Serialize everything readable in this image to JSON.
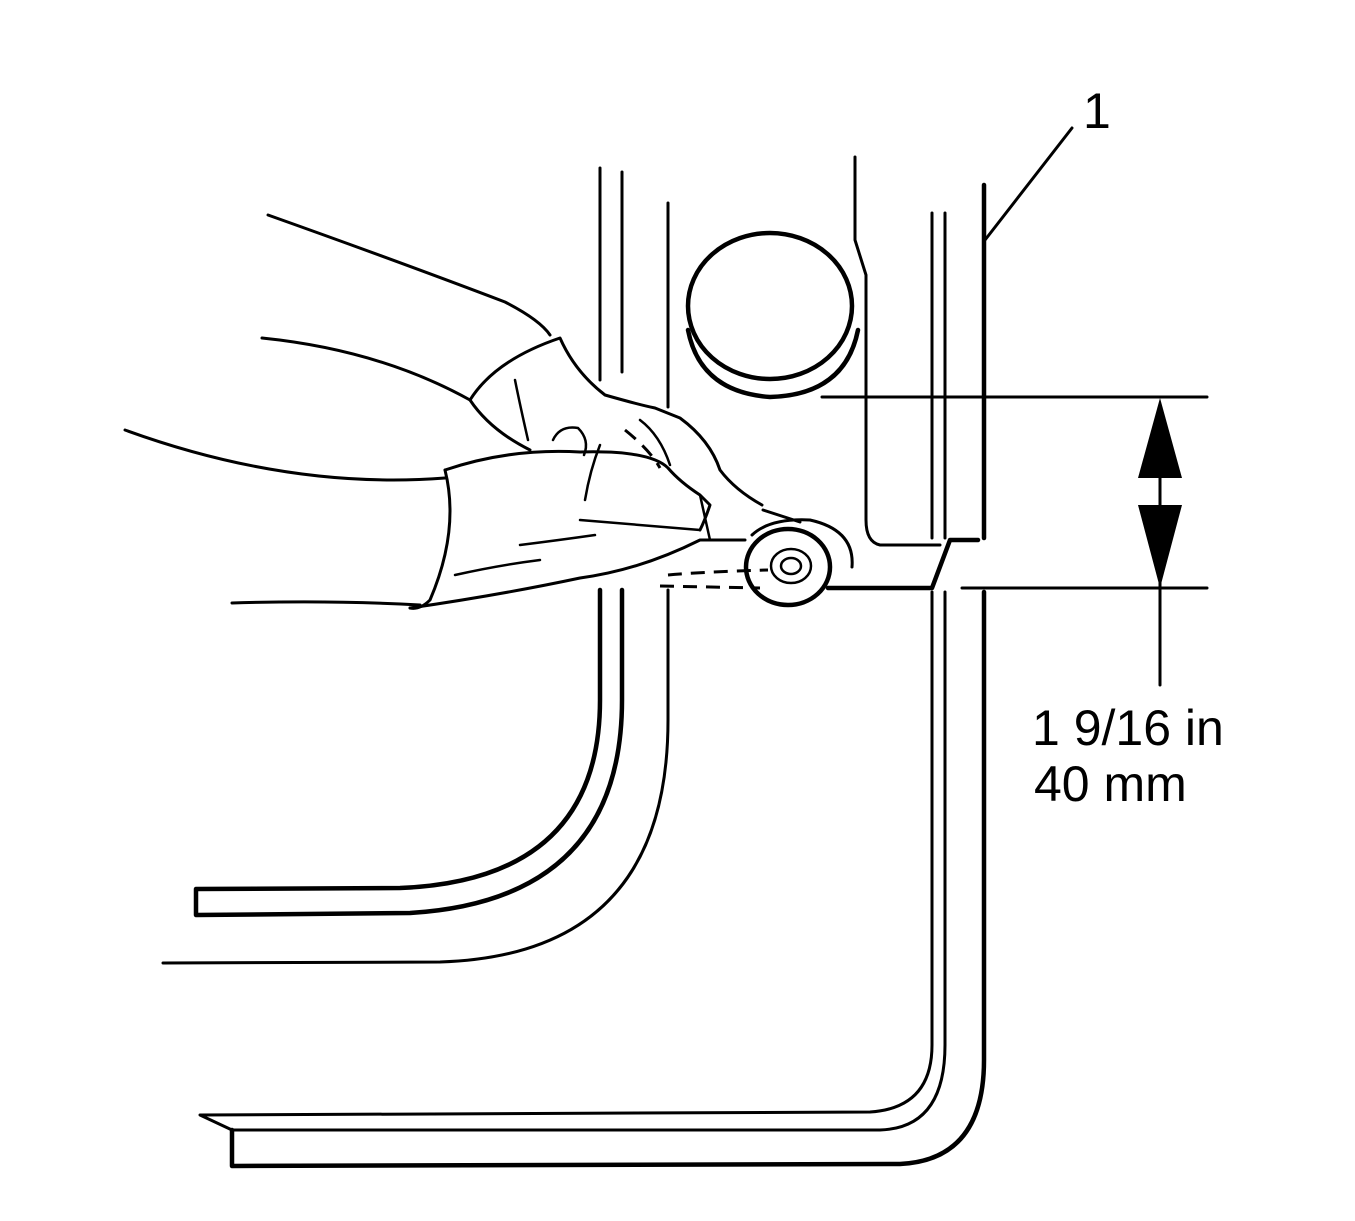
{
  "callout": {
    "number": "1"
  },
  "dimension": {
    "imperial": "1 9/16 in",
    "metric": "40 mm"
  },
  "colors": {
    "line": "#000000",
    "background": "#ffffff"
  }
}
